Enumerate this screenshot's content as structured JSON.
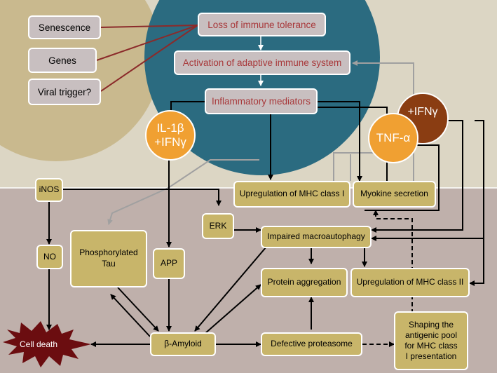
{
  "colors": {
    "top_band": "#dcd6c4",
    "bottom_band": "#bfb0ab",
    "tan_circle": "#c9b98e",
    "teal_circle": "#2b6b80",
    "grey_box": "#c8bfc0",
    "gold_box": "#c8b56a",
    "orange_circle": "#f0a032",
    "brown_circle": "#8a3d12",
    "red_text": "#a8383a",
    "burst": "#6b0d10"
  },
  "triggers": {
    "senescence": "Senescence",
    "genes": "Genes",
    "viral": "Viral trigger?"
  },
  "immune": {
    "loss_tolerance": "Loss of immune tolerance",
    "activation": "Activation of adaptive immune system",
    "mediators": "Inflammatory mediators"
  },
  "cytokines": {
    "il1b_line1": "IL-1β",
    "il1b_line2": "+IFNγ",
    "tnf": "TNF-α",
    "ifn": "+IFNγ"
  },
  "nodes": {
    "inos": "iNOS",
    "no": "NO",
    "erk": "ERK",
    "mhc1": "Upregulation of MHC class I",
    "myokine": "Myokine secretion",
    "autophagy": "Impaired macroautophagy",
    "tau_line1": "Phosphorylated",
    "tau_line2": "Tau",
    "app": "APP",
    "aggregation": "Protein aggregation",
    "mhc2": "Upregulation of MHC class II",
    "amyloid": "β-Amyloid",
    "proteasome": "Defective proteasome",
    "antigenic_line1": "Shaping the",
    "antigenic_line2": "antigenic pool",
    "antigenic_line3": "for MHC class",
    "antigenic_line4": "I presentation",
    "cell_death": "Cell death"
  }
}
